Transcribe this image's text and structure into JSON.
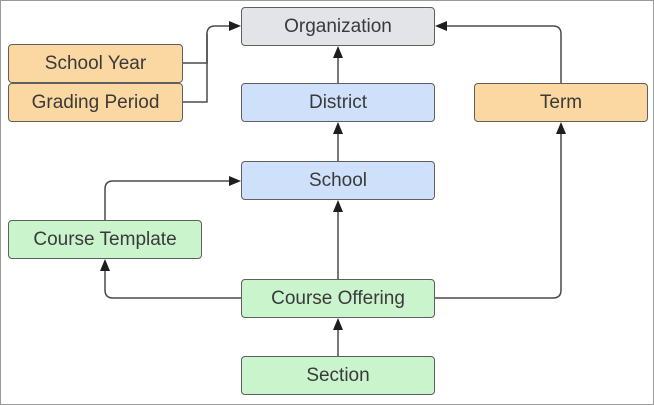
{
  "diagram": {
    "nodes": {
      "organization": {
        "label": "Organization",
        "color": "#e3e4e8"
      },
      "school_year": {
        "label": "School Year",
        "color": "#fbd7a1"
      },
      "grading_period": {
        "label": "Grading Period",
        "color": "#fbd7a1"
      },
      "district": {
        "label": "District",
        "color": "#cfe0fb"
      },
      "term": {
        "label": "Term",
        "color": "#fbd7a1"
      },
      "school": {
        "label": "School",
        "color": "#cfe0fb"
      },
      "course_template": {
        "label": "Course Template",
        "color": "#c9f4cc"
      },
      "course_offering": {
        "label": "Course Offering",
        "color": "#c9f4cc"
      },
      "section": {
        "label": "Section",
        "color": "#c9f4cc"
      }
    },
    "edges": [
      {
        "from": "School Year",
        "to": "Organization"
      },
      {
        "from": "Grading Period",
        "to": "Organization"
      },
      {
        "from": "District",
        "to": "Organization"
      },
      {
        "from": "Term",
        "to": "Organization"
      },
      {
        "from": "School",
        "to": "District"
      },
      {
        "from": "Course Template",
        "to": "School"
      },
      {
        "from": "Course Offering",
        "to": "School"
      },
      {
        "from": "Course Offering",
        "to": "Course Template"
      },
      {
        "from": "Course Offering",
        "to": "Term"
      },
      {
        "from": "Section",
        "to": "Course Offering"
      }
    ]
  }
}
